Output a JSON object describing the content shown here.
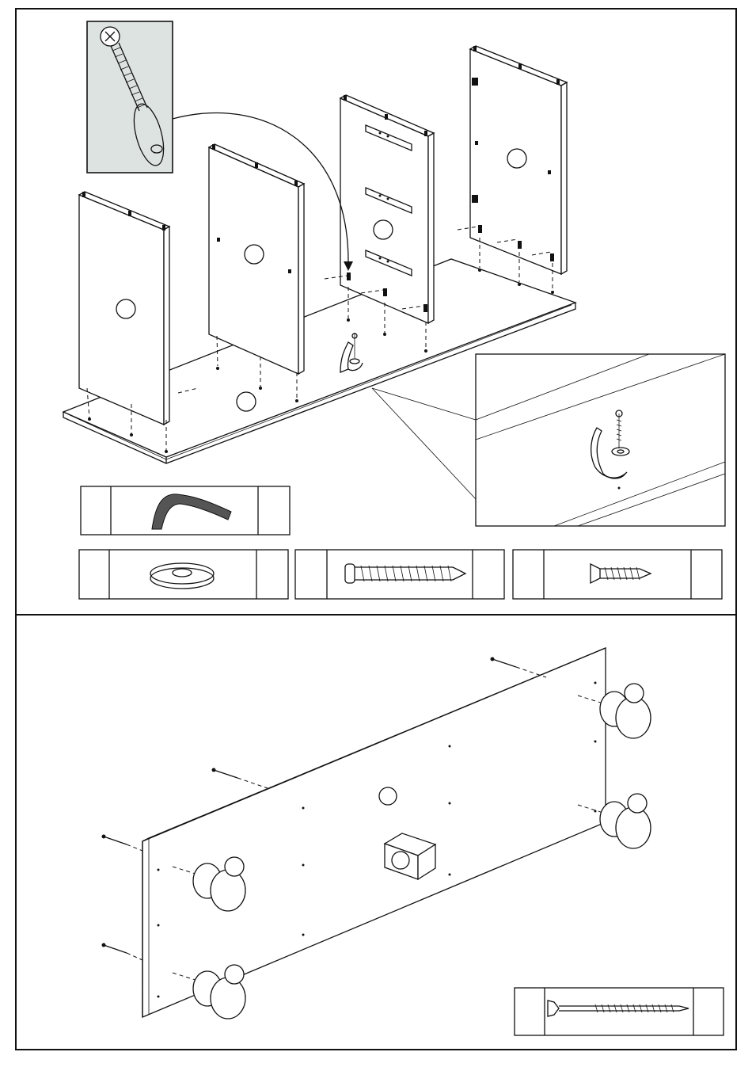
{
  "document": {
    "type": "assembly-instruction-sheet",
    "steps": [
      {
        "id": "upper",
        "callouts": [
          "",
          "",
          "",
          "",
          "",
          ""
        ],
        "parts": [
          {
            "icon": "strap-icon",
            "qty": ""
          },
          {
            "icon": "washer-icon",
            "qty": ""
          },
          {
            "icon": "pan-head-screw-icon",
            "qty": ""
          },
          {
            "icon": "countersunk-screw-icon",
            "qty": ""
          }
        ]
      },
      {
        "id": "lower",
        "callouts": [
          "",
          "",
          "",
          "",
          "",
          "",
          ""
        ],
        "parts": [
          {
            "icon": "long-screw-icon",
            "qty": ""
          }
        ]
      }
    ]
  }
}
